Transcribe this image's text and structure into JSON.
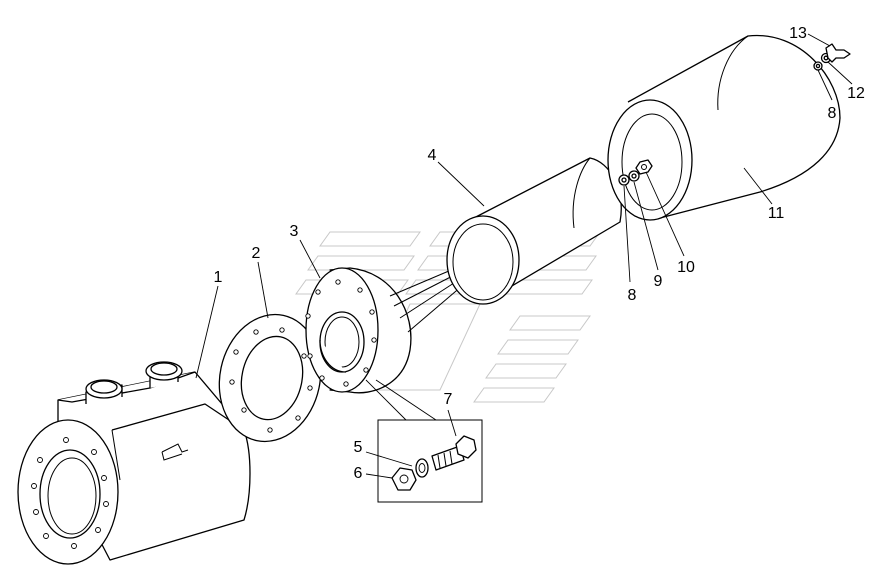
{
  "diagram": {
    "callouts": {
      "c1": "1",
      "c2": "2",
      "c3": "3",
      "c4": "4",
      "c5": "5",
      "c6": "6",
      "c7": "7",
      "c8a": "8",
      "c8b": "8",
      "c9": "9",
      "c10": "10",
      "c11": "11",
      "c12": "12",
      "c13": "13"
    }
  }
}
